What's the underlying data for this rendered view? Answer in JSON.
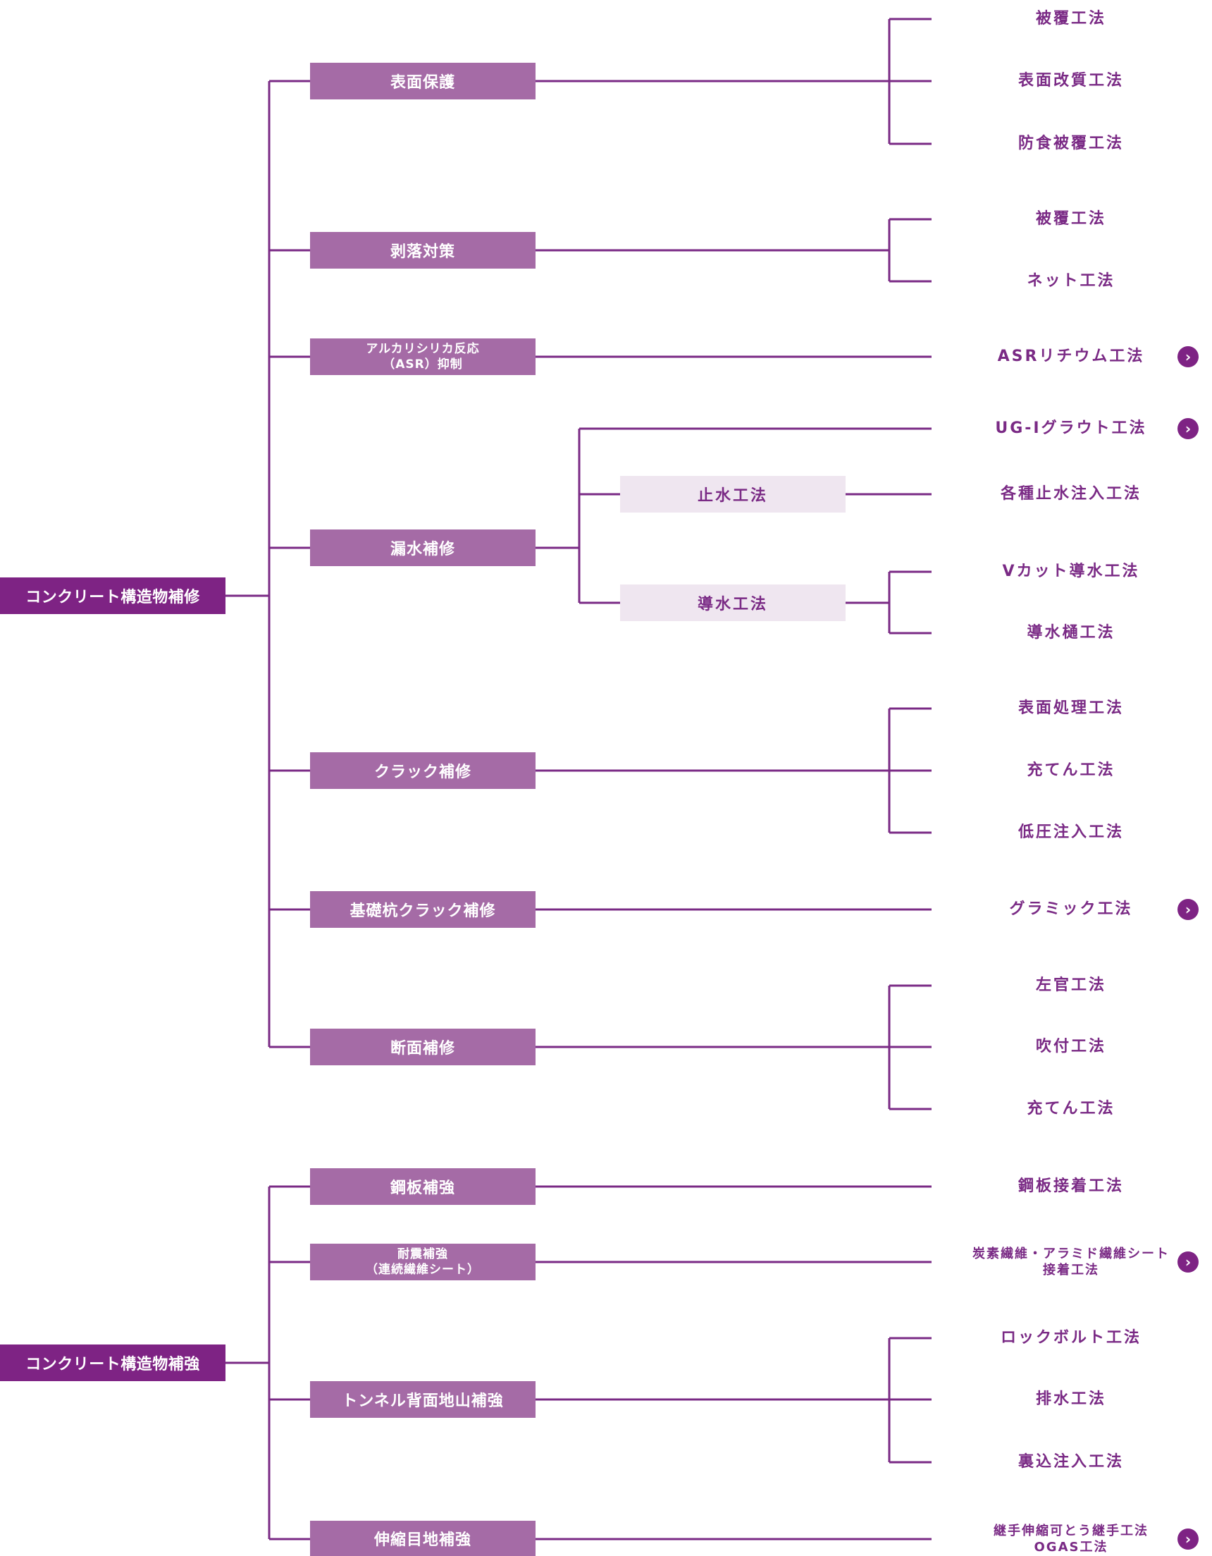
{
  "roots": {
    "repair": "コンクリート構造物補修",
    "strengthen": "コンクリート構造物補強"
  },
  "categories": {
    "surface_protection": "表面保護",
    "spalling": "剥落対策",
    "asr_line1": "アルカリシリカ反応",
    "asr_line2": "（ASR）抑制",
    "leakage": "漏水補修",
    "crack": "クラック補修",
    "pile_crack": "基礎杭クラック補修",
    "section": "断面補修",
    "steel_plate": "鋼板補強",
    "seismic_line1": "耐震補強",
    "seismic_line2": "（連続繊維シート）",
    "tunnel": "トンネル背面地山補強",
    "joint": "伸縮目地補強"
  },
  "subcategories": {
    "water_stop": "止水工法",
    "water_guide": "導水工法"
  },
  "methods": {
    "coating_1": "被覆工法",
    "surface_modification": "表面改質工法",
    "anticorrosion": "防食被覆工法",
    "coating_2": "被覆工法",
    "net": "ネット工法",
    "asr_lithium": "ASRリチウム工法",
    "ug_grout": "UG-Ⅰグラウト工法",
    "injection": "各種止水注入工法",
    "v_cut": "Vカット導水工法",
    "gutter": "導水樋工法",
    "surface_treatment": "表面処理工法",
    "filling_1": "充てん工法",
    "low_pressure": "低圧注入工法",
    "gramick": "グラミック工法",
    "plastering": "左官工法",
    "spraying": "吹付工法",
    "filling_2": "充てん工法",
    "steel_bonding": "鋼板接着工法",
    "fiber_line1": "炭素繊維・アラミド繊維シート",
    "fiber_line2": "接着工法",
    "rock_bolt": "ロックボルト工法",
    "drainage": "排水工法",
    "backfill": "裏込注入工法",
    "joint_line1": "継手伸縮可とう継手工法",
    "joint_line2": "OGAS工法"
  },
  "link_icon": "chevron-right-icon",
  "colors": {
    "root_box": "#7e2384",
    "category_box": "#a56ba6",
    "subcategory_box": "#efe6f0",
    "line": "#7a2a85",
    "text": "#7a2a85"
  }
}
